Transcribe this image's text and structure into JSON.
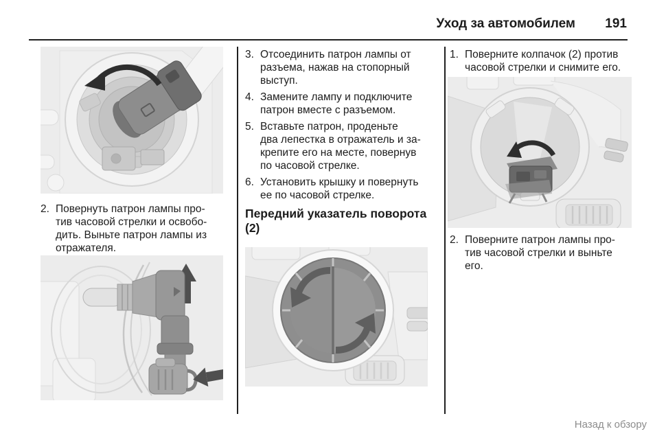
{
  "header": {
    "title": "Уход за автомобилем",
    "page_number": "191"
  },
  "left_column": {
    "figures": {
      "top": "headlight-housing-bulb-socket-counterclockwise-arrow",
      "bottom": "bulb-with-socket-and-connector-removal-arrows"
    },
    "steps": [
      {
        "number": "2.",
        "text": "Повернуть патрон лампы про-\nтив часовой стрелки и освобо-\nдить. Выньте патрон лампы из\nотражателя."
      }
    ]
  },
  "middle_column": {
    "steps": [
      {
        "number": "3.",
        "text": "Отсоединить патрон лампы от\nразъема, нажав на стопорный\nвыступ."
      },
      {
        "number": "4.",
        "text": "Замените лампу и подключите\nпатрон вместе с разъемом."
      },
      {
        "number": "5.",
        "text": "Вставьте патрон, проденьте\nдва лепестка в отражатель и за-\nкрепите его на месте, повернув\nпо часовой стрелке."
      },
      {
        "number": "6.",
        "text": "Установить крышку и повернуть\nее по часовой стрелке."
      }
    ],
    "heading": "Передний указатель поворота\n(2)",
    "figure": "turn-signal-round-cap-rotation-arrows"
  },
  "right_column": {
    "steps": [
      {
        "number": "1.",
        "text": "Поверните колпачок (2) против\nчасовой стрелки и снимите его."
      },
      {
        "number": "2.",
        "text": "Поверните патрон лампы про-\nтив часовой стрелки и выньте\nего."
      }
    ],
    "figure": "headlight-rear-turn-signal-socket-counterclockwise-arrow"
  },
  "footer": {
    "back_link": "Назад к обзору"
  },
  "colors": {
    "text": "#1c1c1c",
    "rule": "#1f1f1f",
    "figure_background": "#ececec",
    "link_gray": "#8c8c8c",
    "arrow_dark": "#2e2e2e"
  }
}
